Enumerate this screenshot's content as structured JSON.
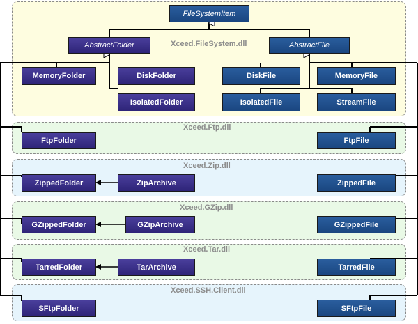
{
  "colors": {
    "folder_box": "#2e2478",
    "file_box": "#1a4680",
    "core_region": "#fefde0",
    "green_region": "#e9f9e6",
    "blue_region": "#e6f4fc",
    "region_label": "#8c8c8c",
    "line": "#000000"
  },
  "regions": {
    "filesystem": "Xceed.FileSystem.dll",
    "ftp": "Xceed.Ftp.dll",
    "zip": "Xceed.Zip.dll",
    "gzip": "Xceed.GZip.dll",
    "tar": "Xceed.Tar.dll",
    "ssh": "Xceed.SSH.Client.dll"
  },
  "classes": {
    "file_system_item": "FileSystemItem",
    "abstract_folder": "AbstractFolder",
    "abstract_file": "AbstractFile",
    "memory_folder": "MemoryFolder",
    "disk_folder": "DiskFolder",
    "isolated_folder": "IsolatedFolder",
    "disk_file": "DiskFile",
    "memory_file": "MemoryFile",
    "isolated_file": "IsolatedFile",
    "stream_file": "StreamFile",
    "ftp_folder": "FtpFolder",
    "ftp_file": "FtpFile",
    "zipped_folder": "ZippedFolder",
    "zip_archive": "ZipArchive",
    "zipped_file": "ZippedFile",
    "gzipped_folder": "GZippedFolder",
    "gzip_archive": "GZipArchive",
    "gzipped_file": "GZippedFile",
    "tarred_folder": "TarredFolder",
    "tar_archive": "TarArchive",
    "tarred_file": "TarredFile",
    "sftp_folder": "SFtpFolder",
    "sftp_file": "SFtpFile"
  }
}
